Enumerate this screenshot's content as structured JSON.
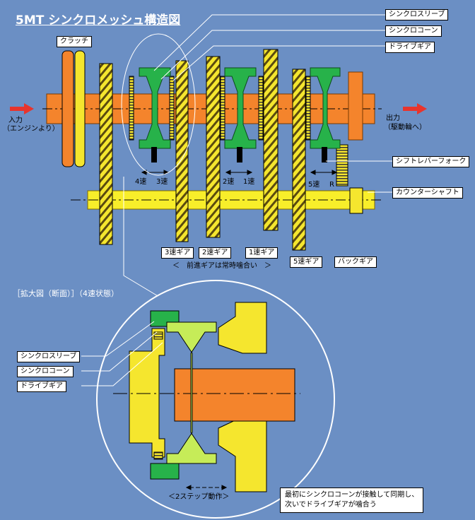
{
  "title": "5MT シンクロメッシュ構造図",
  "labels": {
    "clutch": "クラッチ",
    "synchro_sleeve": "シンクロスリーブ",
    "synchro_cone": "シンクロコーン",
    "drive_gear": "ドライブギア",
    "shift_fork": "シフトレバーフォーク",
    "counter_shaft": "カウンターシャフト",
    "input_l1": "入力",
    "input_l2": "（エンジンより）",
    "output_l1": "出力",
    "output_l2": "（駆動輪へ）",
    "speed_4": "4速",
    "speed_3": "3速",
    "speed_2": "2速",
    "speed_1": "1速",
    "speed_5": "5速",
    "speed_r": "R",
    "gear3": "3速ギア",
    "gear2": "2速ギア",
    "gear1": "1速ギア",
    "gear5": "5速ギア",
    "back_gear": "バックギア",
    "forward_note": "＜　前進ギアは常時噛合い　＞",
    "enlarged": "［拡大図（断面）］（4速状態）",
    "zoom_sleeve": "シンクロスリーブ",
    "zoom_cone": "シンクロコーン",
    "zoom_drive": "ドライブギア",
    "two_step": "＜2ステップ動作＞",
    "note_line1": "最初にシンクロコーンが接触して同期し、",
    "note_line2": "次いでドライブギアが噛合う"
  },
  "colors": {
    "background": "#6b8fc4",
    "shaft_orange": "#f4842c",
    "gear_yellow": "#f5e62e",
    "synchro_green": "#27b24a",
    "arrow_red": "#e8342c",
    "counter_yellow": "#f8ee2a"
  }
}
